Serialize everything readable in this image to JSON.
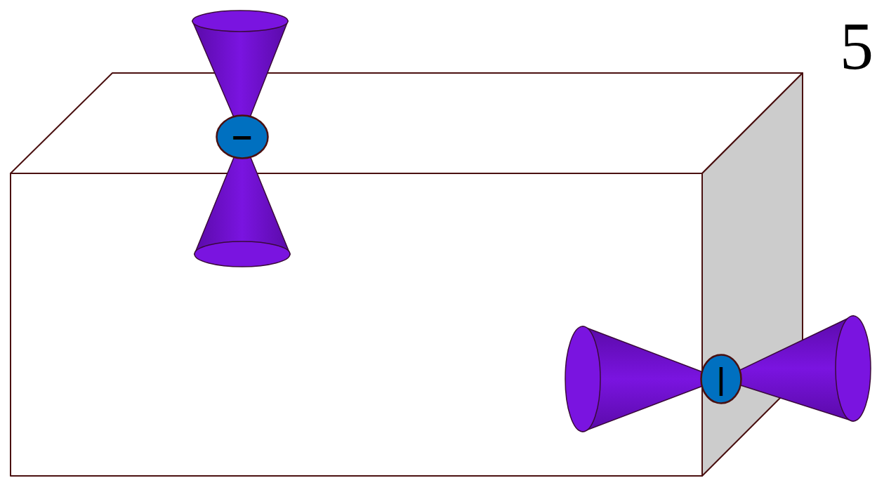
{
  "diagram": {
    "nodes": [
      {
        "text": [
          "−"
        ]
      },
      {
        "text": [
          "|"
        ]
      }
    ],
    "labels": [
      "5"
    ]
  }
}
